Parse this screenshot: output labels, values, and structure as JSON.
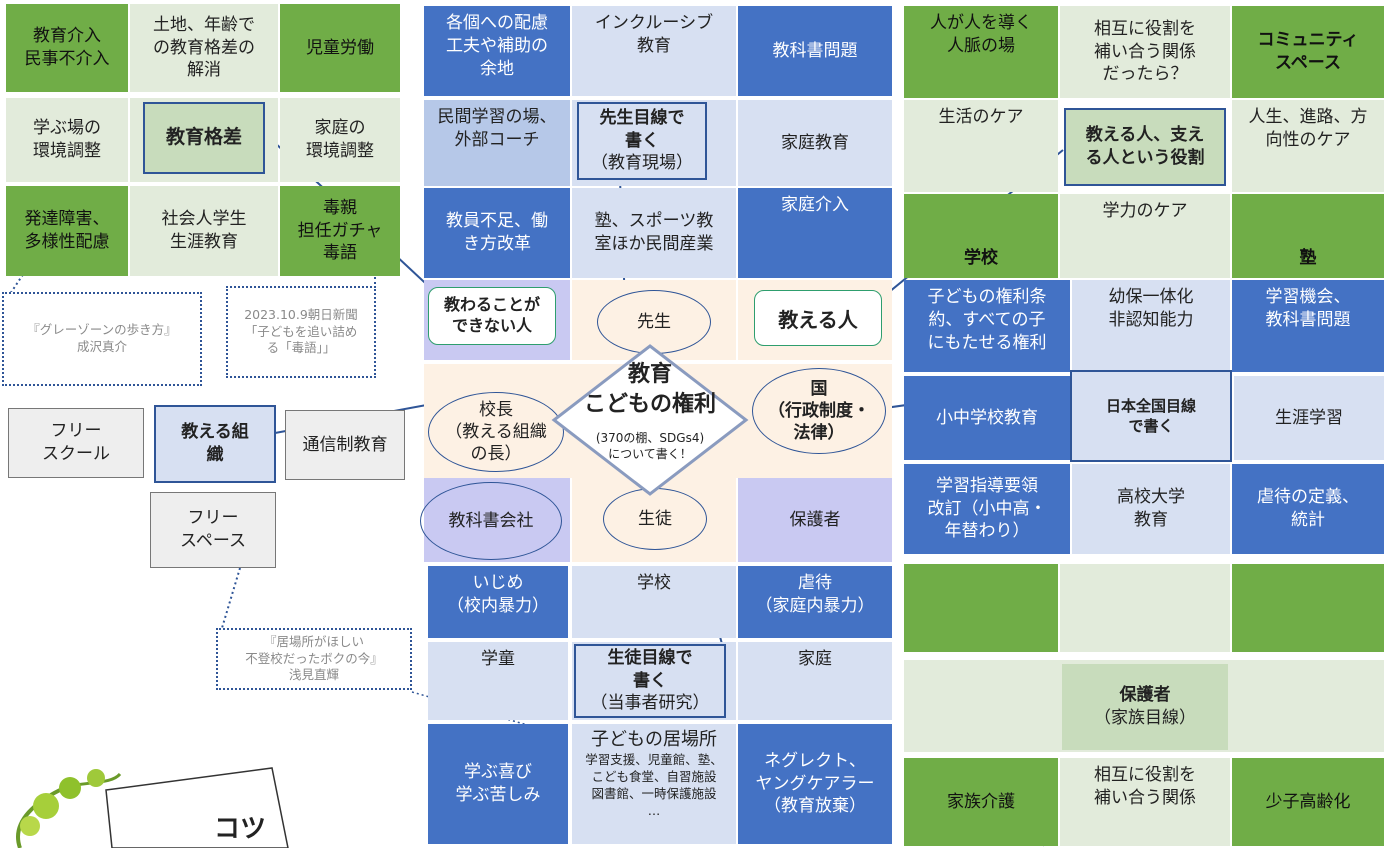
{
  "left": {
    "r1": [
      "教育介入\n民事不介入",
      "土地、年齢で\nの教育格差の\n解消",
      "児童労働"
    ],
    "r2": [
      "学ぶ場の\n環境調整",
      "教育格差",
      "家庭の\n環境調整"
    ],
    "r3": [
      "発達障害、\n多様性配慮",
      "社会人学生\n生涯教育",
      "毒親\n担任ガチャ\n毒語"
    ],
    "note_book": "『グレーゾーンの歩き方』\n成沢真介",
    "note_news": "2023.10.9朝日新聞\n「子どもを追い詰め\nる「毒語」」",
    "org_row": [
      "フリー\nスクール",
      "教える組\n織",
      "通信制教育"
    ],
    "free_space": "フリー\nスペース",
    "note_ibasho": "『居場所がほしい\n不登校だったボクの今』\n浅見直輝"
  },
  "center": {
    "r1": [
      "各個への配慮\n工夫や補助の\n余地",
      "インクルーシブ\n教育",
      "教科書問題"
    ],
    "r2": [
      "民間学習の場、\n外部コーチ",
      "家庭教育"
    ],
    "teacher_view_title": "先生目線で\n書く",
    "teacher_view_sub": "（教育現場）",
    "r3": [
      "教員不足、働\nき方改革",
      "塾、スポーツ教\n室ほか民間産業",
      "家庭介入"
    ],
    "cannot_learn": "教わることが\nできない人",
    "teacher": "先生",
    "teacher_person": "教える人",
    "principal": "校長\n（教える組織\nの長）",
    "diamond_title": "教育\nこどもの権利",
    "diamond_sub": "(370の棚、SDGs4)\nについて書く！",
    "state": "国\n（行政制度・\n法律）",
    "textbook_company": "教科書会社",
    "student": "生徒",
    "guardian": "保護者",
    "r5": [
      "いじめ\n（校内暴力）",
      "学校",
      "虐待\n（家庭内暴力）"
    ],
    "r6": [
      "学童",
      "家庭"
    ],
    "student_view_title": "生徒目線で\n書く",
    "student_view_sub": "（当事者研究）",
    "r7_left": "学ぶ喜び\n学ぶ苦しみ",
    "r7_mid_title": "子どもの居場所",
    "r7_mid_sub": "学習支援、児童館、塾、\nこども食堂、自習施設\n図書館、一時保護施設\n…",
    "r7_right": "ネグレクト、\nヤングケアラー\n（教育放棄）"
  },
  "right": {
    "r1": [
      "人が人を導く\n人脈の場",
      "相互に役割を\n補い合う関係\nだったら？",
      "コミュニティ\nスペース"
    ],
    "r2": [
      "生活のケア",
      "教える人、支え\nる人という役割",
      "人生、進路、方\n向性のケア"
    ],
    "r3": [
      "学校",
      "学力のケア",
      "塾"
    ],
    "r4": [
      "子どもの権利条\n約、すべての子\nにもたせる権利",
      "幼保一体化\n非認知能力",
      "学習機会、\n教科書問題"
    ],
    "r5": [
      "小中学校教育",
      "日本全国目線\nで書く",
      "生涯学習"
    ],
    "r6": [
      "学習指導要領\n改訂（小中高・\n年替わり）",
      "高校大学\n教育",
      "虐待の定義、\n統計"
    ],
    "guardian_title": "保護者",
    "guardian_sub": "（家族目線）",
    "r9": [
      "家族介護",
      "相互に役割を\n補い合う関係",
      "少子高齢化"
    ]
  },
  "card_text": "コツ"
}
